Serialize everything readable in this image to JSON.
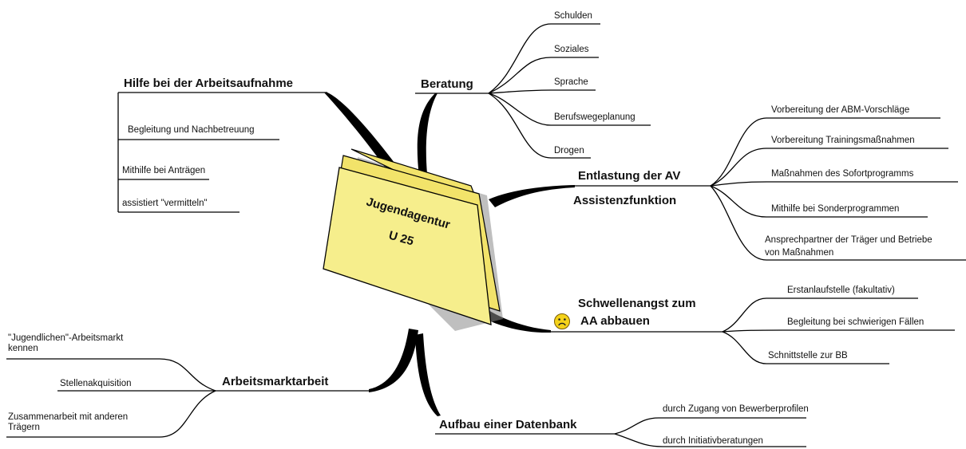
{
  "center": {
    "line1": "Jugendagentur",
    "line2": "U 25"
  },
  "branches": {
    "hilfe": {
      "title": "Hilfe bei der Arbeitsaufnahme",
      "items": [
        "Begleitung und Nachbetreuung",
        "Mithilfe bei Anträgen",
        "assistiert \"vermitteln\""
      ]
    },
    "beratung": {
      "title": "Beratung",
      "items": [
        "Schulden",
        "Soziales",
        "Sprache",
        "Berufswegeplanung",
        "Drogen"
      ]
    },
    "entlastung": {
      "title": "Entlastung der AV",
      "subtitle": "Assistenzfunktion",
      "items": [
        "Vorbereitung der ABM-Vorschläge",
        "Vorbereitung Trainingsmaßnahmen",
        "Maßnahmen des Sofortprogramms",
        "Mithilfe bei Sonderprogrammen",
        "Ansprechpartner der Träger und Betriebe",
        "von Maßnahmen"
      ]
    },
    "schwellenangst": {
      "title_line1": "Schwellenangst zum",
      "title_line2": "AA abbauen",
      "icon": "sad-face-icon",
      "items": [
        "Erstanlaufstelle (fakultativ)",
        "Begleitung bei schwierigen Fällen",
        "Schnittstelle zur BB"
      ]
    },
    "arbeitsmarkt": {
      "title": "Arbeitsmarktarbeit",
      "items": [
        "\"Jugendlichen\"-Arbeitsmarkt kennen",
        "Stellenakquisition",
        "Zusammenarbeit mit anderen Trägern"
      ]
    },
    "datenbank": {
      "title": "Aufbau einer Datenbank",
      "items": [
        "durch Zugang von Bewerberprofilen",
        "durch Initiativberatungen"
      ]
    }
  },
  "colors": {
    "folder_fill": "#f6ee8c",
    "folder_tab": "#f2e36a",
    "folder_shadow": "#8a8a8a",
    "lines": "#000000"
  }
}
